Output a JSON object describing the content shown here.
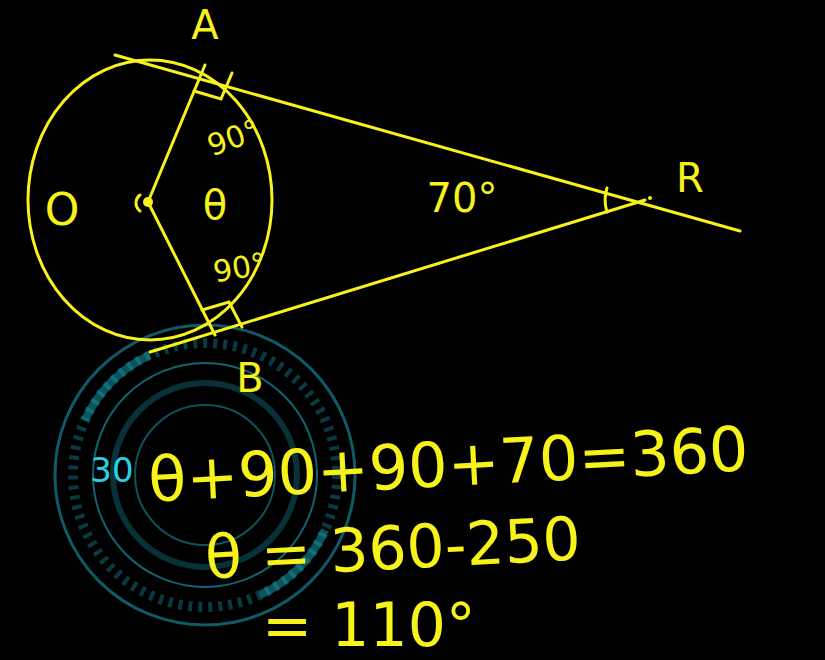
{
  "diagram": {
    "labels": [
      "A",
      "O",
      "θ",
      "90°",
      "90°",
      "70°",
      "R",
      "B",
      "30",
      "θ+90+90+70=360",
      "θ = 360-250",
      "= 110°"
    ]
  }
}
